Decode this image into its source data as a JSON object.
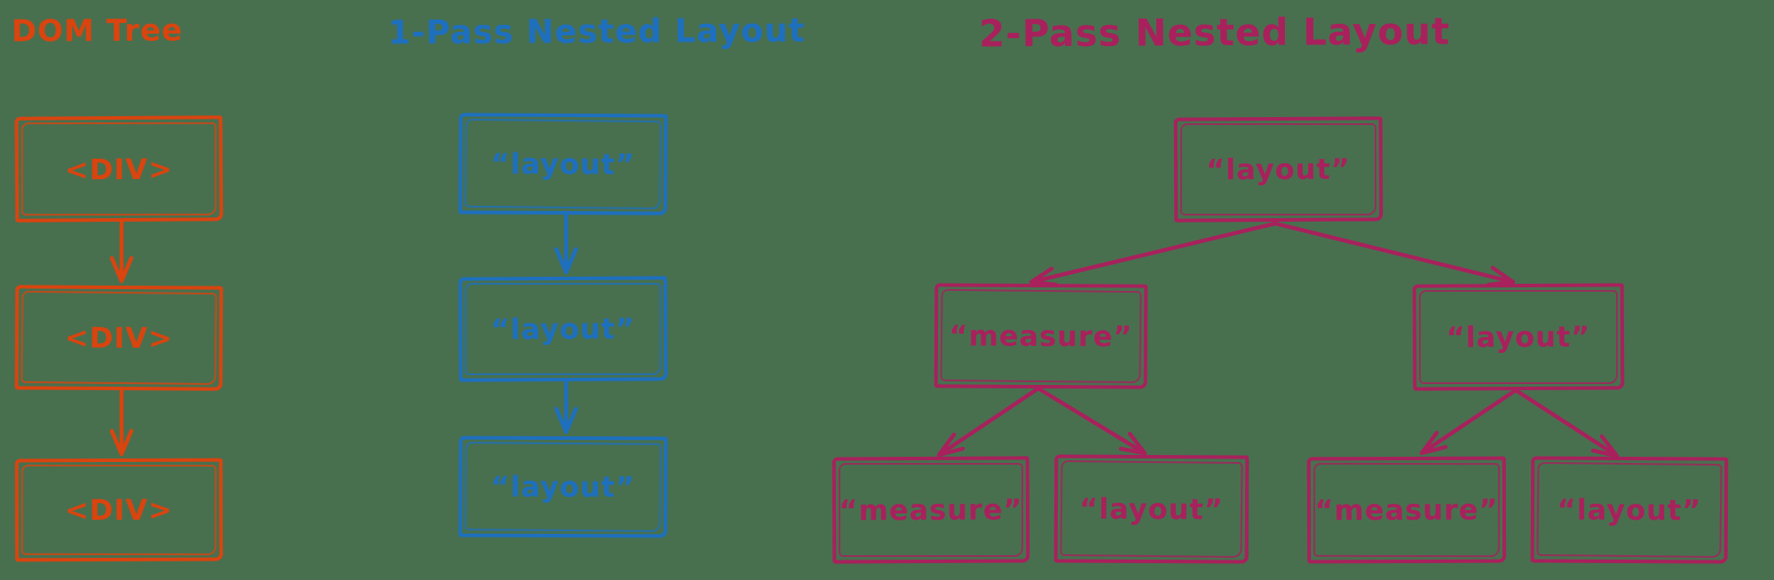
{
  "background_color": "#48704F",
  "diagrams": [
    {
      "title": "DOM Tree",
      "color": "#D9440F",
      "nodes": [
        {
          "label": "<DIV>"
        },
        {
          "label": "<DIV>"
        },
        {
          "label": "<DIV>"
        }
      ]
    },
    {
      "title": "1-Pass Nested Layout",
      "color": "#1E70BF",
      "nodes": [
        {
          "label": "“layout”"
        },
        {
          "label": "“layout”"
        },
        {
          "label": "“layout”"
        }
      ]
    },
    {
      "title": "2-Pass Nested Layout",
      "color": "#A8215C",
      "nodes": {
        "root": {
          "label": "“layout”"
        },
        "mid_left": {
          "label": "“measure”"
        },
        "mid_right": {
          "label": "“layout”"
        },
        "leaf_1": {
          "label": "“measure”"
        },
        "leaf_2": {
          "label": "“layout”"
        },
        "leaf_3": {
          "label": "“measure”"
        },
        "leaf_4": {
          "label": "“layout”"
        }
      }
    }
  ]
}
